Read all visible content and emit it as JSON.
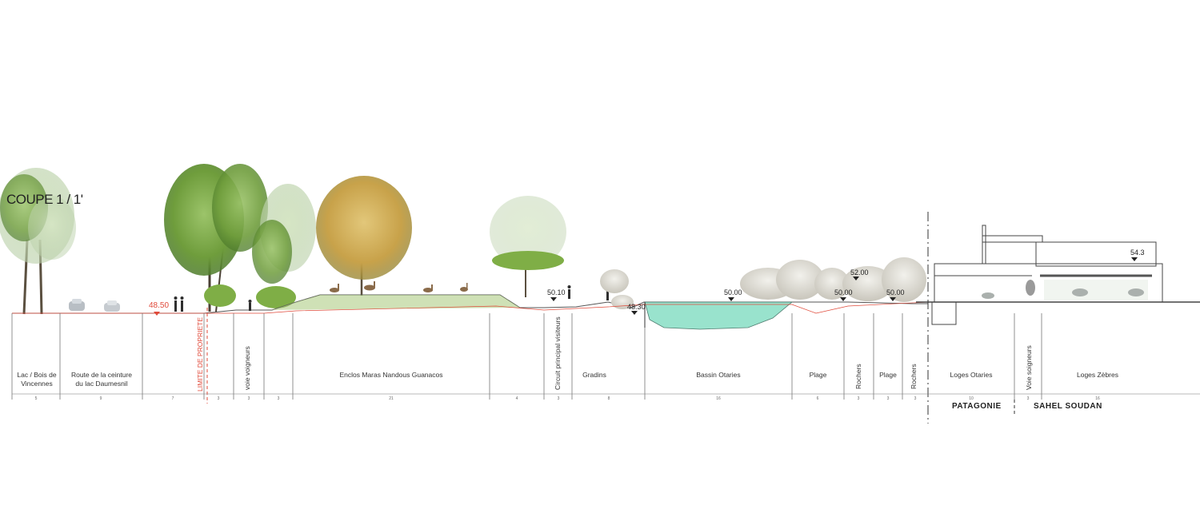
{
  "title": "COUPE 1 / 1'",
  "zones": [
    {
      "id": "lac",
      "label": "Lac / Bois de\nVincennes",
      "width": "5"
    },
    {
      "id": "route",
      "label": "Route de la ceinture\ndu lac Daumesnil",
      "width": "9"
    },
    {
      "id": "gap1",
      "label": "",
      "width": "7"
    },
    {
      "id": "limite",
      "label": "LIMITE DE PROPRIETE",
      "width": "3",
      "vertical": true
    },
    {
      "id": "voie-voigneurs",
      "label": "voie voigneurs",
      "width": "3",
      "vertical": true
    },
    {
      "id": "gap2",
      "label": "",
      "width": "3"
    },
    {
      "id": "enclos",
      "label": "Enclos Maras  Nandous  Guanacos",
      "width": "21"
    },
    {
      "id": "gap3",
      "label": "",
      "width": "4"
    },
    {
      "id": "circuit",
      "label": "Circuit principal visiteurs",
      "width": "3",
      "vertical": true
    },
    {
      "id": "gradins",
      "label": "Gradins",
      "width": "8"
    },
    {
      "id": "bassin",
      "label": "Bassin Otaries",
      "width": "16"
    },
    {
      "id": "plage1",
      "label": "Plage",
      "width": "6"
    },
    {
      "id": "rochers1",
      "label": "Rochers",
      "width": "3",
      "vertical": true
    },
    {
      "id": "plage2",
      "label": "Plage",
      "width": "3"
    },
    {
      "id": "rochers2",
      "label": "Rochers",
      "width": "3",
      "vertical": true
    },
    {
      "id": "loges-otaries",
      "label": "Loges Otaries",
      "width": "10"
    },
    {
      "id": "voie-soigneurs",
      "label": "Voie soigneurs",
      "width": "3",
      "vertical": true
    },
    {
      "id": "loges-zebres",
      "label": "Loges Zèbres",
      "width": "16"
    }
  ],
  "elevations": {
    "road": "48.50",
    "circuit": "50.10",
    "gradins": "48.30",
    "bassin": "50.00",
    "rochers": "52.00",
    "plage1": "50.00",
    "plage2": "50.00",
    "building": "54.3"
  },
  "regions": {
    "left": "PATAGONIE",
    "right": "SAHEL SOUDAN"
  },
  "colors": {
    "property_line": "#e04a3a",
    "water": "#8fe0c8",
    "vegetation": "#6f9d3c",
    "autumn_tree": "#c8a24a"
  }
}
